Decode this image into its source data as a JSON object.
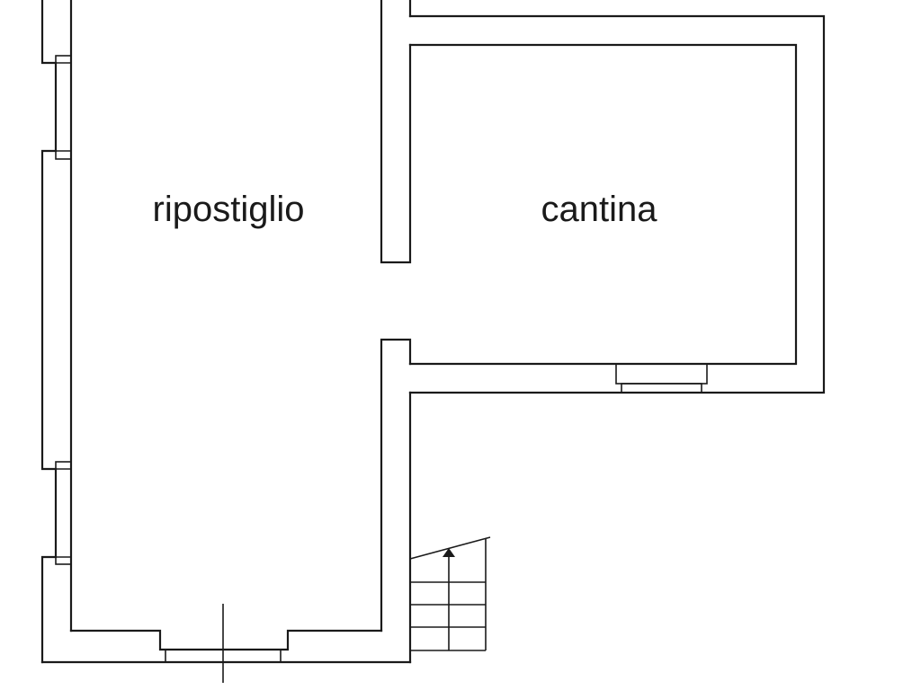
{
  "plan": {
    "rooms": [
      {
        "id": "ripostiglio",
        "label": "ripostiglio"
      },
      {
        "id": "cantina",
        "label": "cantina"
      }
    ],
    "colors": {
      "background": "#ffffff",
      "line": "#1a1a1a"
    },
    "icons": {
      "stair_arrow": "arrow-up-icon"
    }
  }
}
